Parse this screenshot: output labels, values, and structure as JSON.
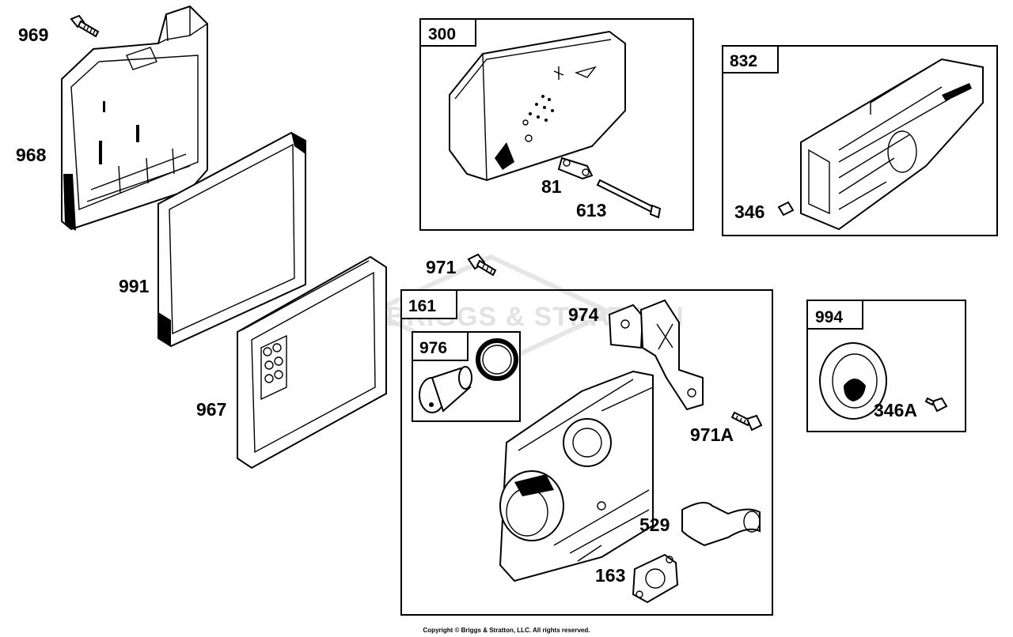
{
  "watermark": "BRIGGS & STRATTON",
  "copyright": "Copyright © Briggs & Stratton, LLC. All rights reserved.",
  "boxes": [
    {
      "id": "300",
      "label": "300"
    },
    {
      "id": "832",
      "label": "832"
    },
    {
      "id": "161",
      "label": "161"
    },
    {
      "id": "976",
      "label": "976"
    },
    {
      "id": "994",
      "label": "994"
    }
  ],
  "labels": [
    {
      "id": "969",
      "text": "969"
    },
    {
      "id": "968",
      "text": "968"
    },
    {
      "id": "991",
      "text": "991"
    },
    {
      "id": "967",
      "text": "967"
    },
    {
      "id": "81",
      "text": "81"
    },
    {
      "id": "613",
      "text": "613"
    },
    {
      "id": "346",
      "text": "346"
    },
    {
      "id": "971",
      "text": "971"
    },
    {
      "id": "974",
      "text": "974"
    },
    {
      "id": "971A",
      "text": "971A"
    },
    {
      "id": "529",
      "text": "529"
    },
    {
      "id": "163",
      "text": "163"
    },
    {
      "id": "346A",
      "text": "346A"
    }
  ]
}
